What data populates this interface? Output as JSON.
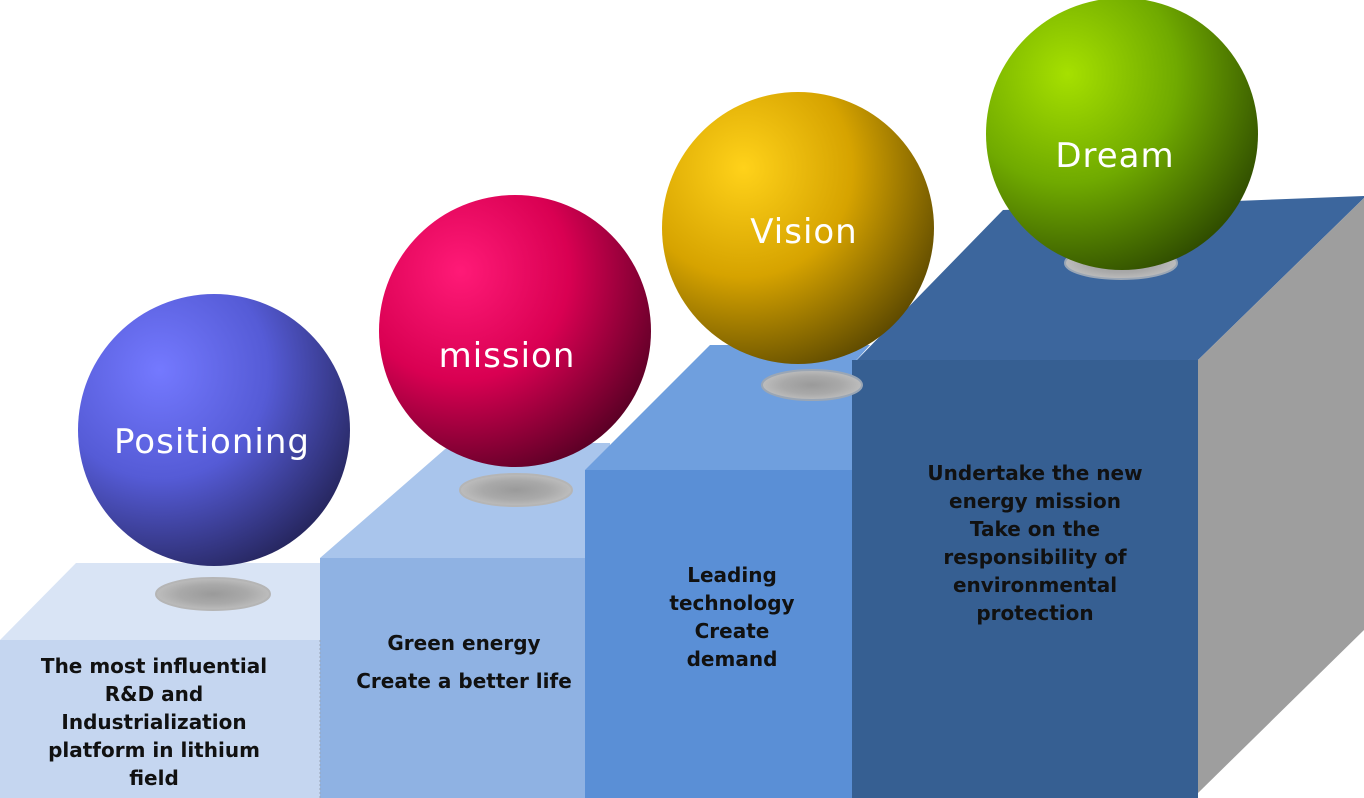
{
  "steps": [
    {
      "label": "Positioning",
      "description": "The most influential\nR&D and\nIndustrialization\nplatform in lithium\nfield",
      "color": "#5c63e8"
    },
    {
      "label": "mission",
      "description": "Green energy\nCreate a better life",
      "color": "#e0004f"
    },
    {
      "label": "Vision",
      "description": "Leading\ntechnology\nCreate\ndemand",
      "color": "#e6b400"
    },
    {
      "label": "Dream",
      "description": "Undertake the new\nenergy mission\nTake on the\nresponsibility of\nenvironmental\nprotection",
      "color": "#7ab800"
    }
  ],
  "step_colors": [
    "#c5d6f0",
    "#8fb2e3",
    "#5a8fd6",
    "#365f92"
  ]
}
